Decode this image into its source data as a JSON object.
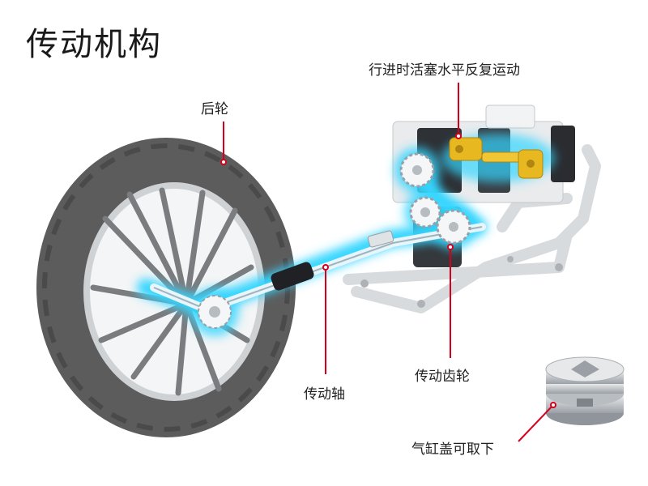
{
  "title": "传动机构",
  "labels": {
    "piston": "行进时活塞水平反复运动",
    "rear_wheel": "后轮",
    "drive_shaft": "传动轴",
    "drive_gear": "传动齿轮",
    "cylinder_cap": "气缸盖可取下"
  },
  "colors": {
    "pointer": "#d6001c",
    "glow": "#35d6ff",
    "tire": "#5a5a5a",
    "brass": "#e8b820"
  }
}
